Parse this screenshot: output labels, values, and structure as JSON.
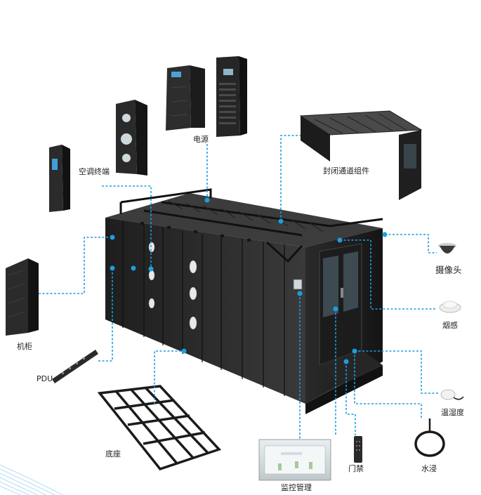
{
  "labels": {
    "power": "电源",
    "ac_terminal": "空调终端",
    "enclosure": "封闭通道组件",
    "camera": "摄像头",
    "cabinet": "机柜",
    "smoke": "烟感",
    "pdu": "PDU",
    "temp_humidity": "温湿度",
    "base": "底座",
    "access": "门禁",
    "water": "水浸",
    "monitor": "监控管理"
  },
  "colors": {
    "connector": "#1a9fe0",
    "cabinet": "#2b2b2b",
    "text": "#222222"
  }
}
